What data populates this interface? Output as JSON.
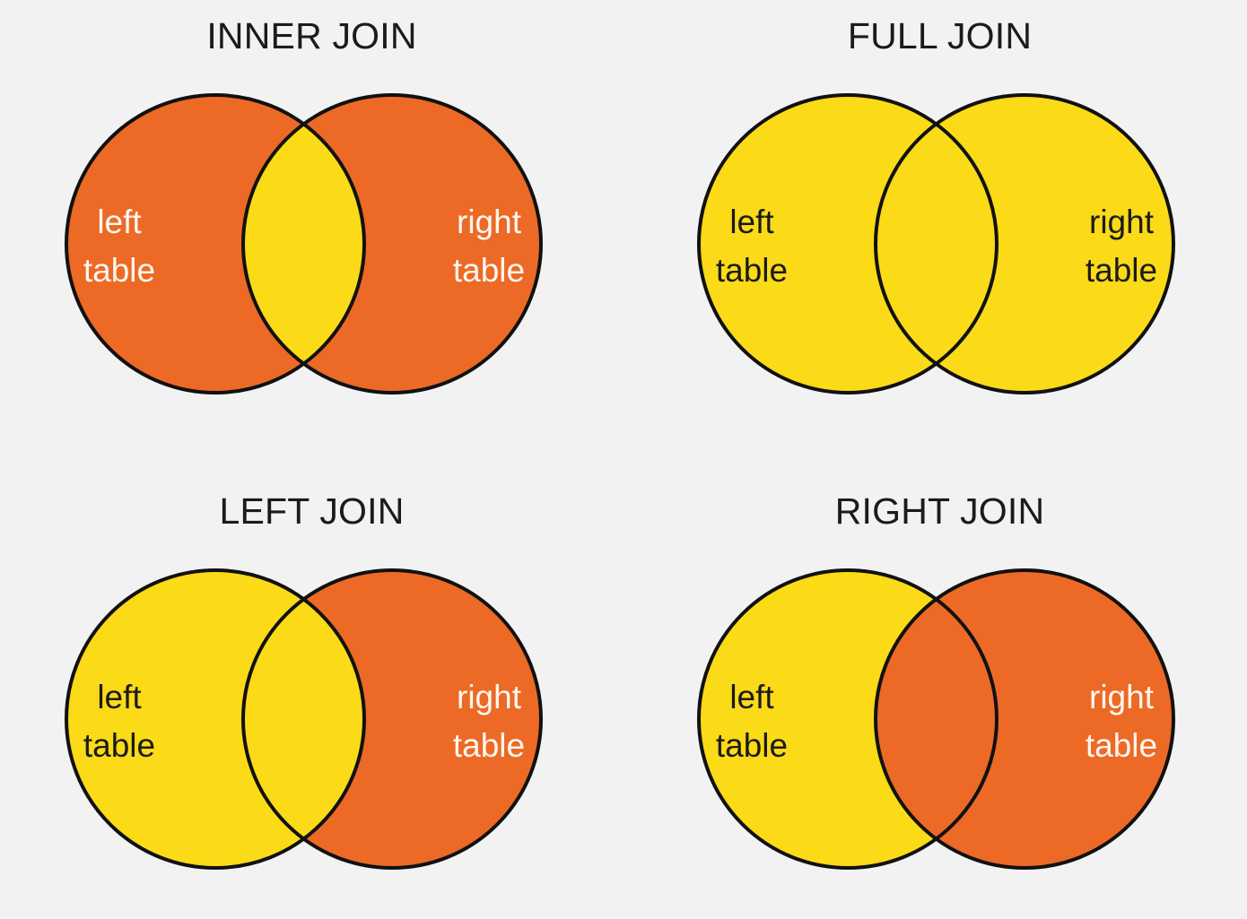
{
  "page": {
    "background_color": "#f2f2f2",
    "title_color": "#1b1b1b"
  },
  "palette": {
    "orange": "#ec6a26",
    "yellow": "#fbda17",
    "outline": "#111111",
    "label_light": "#fdf6ef",
    "label_dark": "#1b1b1b"
  },
  "diagram": {
    "type": "venn-2-set",
    "labels": {
      "left_line1": "left",
      "left_line2": "table",
      "right_line1": "right",
      "right_line2": "table"
    }
  },
  "panels": [
    {
      "id": "inner-join",
      "title": "INNER JOIN",
      "left_label": "left table",
      "right_label": "right table",
      "regions": {
        "left_only": "#ec6a26",
        "intersection": "#fbda17",
        "right_only": "#ec6a26"
      },
      "left_text_color": "#fdf6ef",
      "right_text_color": "#fdf6ef"
    },
    {
      "id": "full-join",
      "title": "FULL JOIN",
      "left_label": "left table",
      "right_label": "right table",
      "regions": {
        "left_only": "#fbda17",
        "intersection": "#fbda17",
        "right_only": "#fbda17"
      },
      "left_text_color": "#1b1b1b",
      "right_text_color": "#1b1b1b"
    },
    {
      "id": "left-join",
      "title": "LEFT JOIN",
      "left_label": "left table",
      "right_label": "right table",
      "regions": {
        "left_only": "#fbda17",
        "intersection": "#fbda17",
        "right_only": "#ec6a26"
      },
      "left_text_color": "#1b1b1b",
      "right_text_color": "#fdf6ef"
    },
    {
      "id": "right-join",
      "title": "RIGHT JOIN",
      "left_label": "left table",
      "right_label": "right table",
      "regions": {
        "left_only": "#fbda17",
        "intersection": "#ec6a26",
        "right_only": "#ec6a26"
      },
      "left_text_color": "#1b1b1b",
      "right_text_color": "#fdf6ef"
    }
  ]
}
